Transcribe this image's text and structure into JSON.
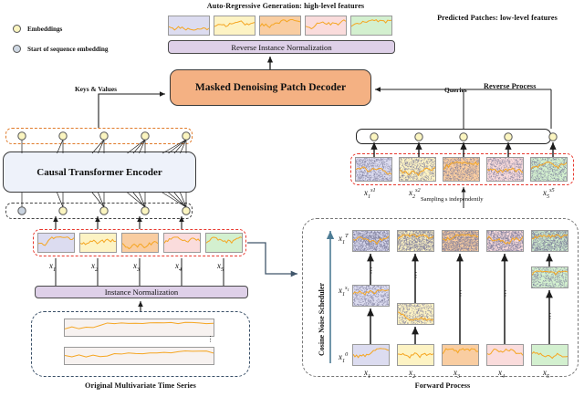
{
  "titles": {
    "top_left_caption": "Auto-Regressive Generation: high-level features",
    "top_right_caption": "Predicted Patches: low-level features",
    "bottom_left_caption": "Original Multivariate Time Series",
    "bottom_right_caption": "Forward Process",
    "reverse_process": "Reverse Process"
  },
  "legend": {
    "items": [
      {
        "label": "Embeddings",
        "icon": "circle-icon",
        "color": "#fbf5c0"
      },
      {
        "label": "Start of sequence embedding",
        "icon": "circle-icon",
        "color": "#cfd8e3"
      }
    ]
  },
  "blocks": {
    "reverse_instance_norm": "Reverse Instance Normalization",
    "instance_norm": "Instance Normalization",
    "decoder": "Masked Denoising Patch Decoder",
    "encoder": "Causal Transformer Encoder",
    "cosine_scheduler": "Cosine Noise Scheduler"
  },
  "edge_labels": {
    "keys_values": "Keys & Values",
    "queries": "Queries",
    "sampling": "Sampling s independently"
  },
  "patch_colors": [
    "#dcdcf0",
    "#fdf3c4",
    "#f9cda1",
    "#fadcdc",
    "#d3f0cf"
  ],
  "input_patch_labels": [
    "x1",
    "x2",
    "x3",
    "x4",
    "x5"
  ],
  "noisy_patch_labels": [
    "x1^s1",
    "x2^s2",
    "",
    "",
    "x5^s5"
  ],
  "forward_axis_labels": [
    "x1^T",
    "x1^s1",
    "x1^0"
  ],
  "forward_column_labels": [
    "x1",
    "x2",
    "x3",
    "x4",
    "x5"
  ],
  "colors": {
    "decoder_fill": "#f4b183",
    "encoder_fill": "#eef2fa",
    "norm_fill": "#ded0e8",
    "series_line": "#f5a game",
    "accent_orange": "#e07b2a",
    "accent_red": "#e8392f",
    "connector_blue": "#4d7c95"
  },
  "counts": {
    "patches": 5,
    "nodes": 5,
    "forward_columns": 5,
    "series_rows": 2
  }
}
